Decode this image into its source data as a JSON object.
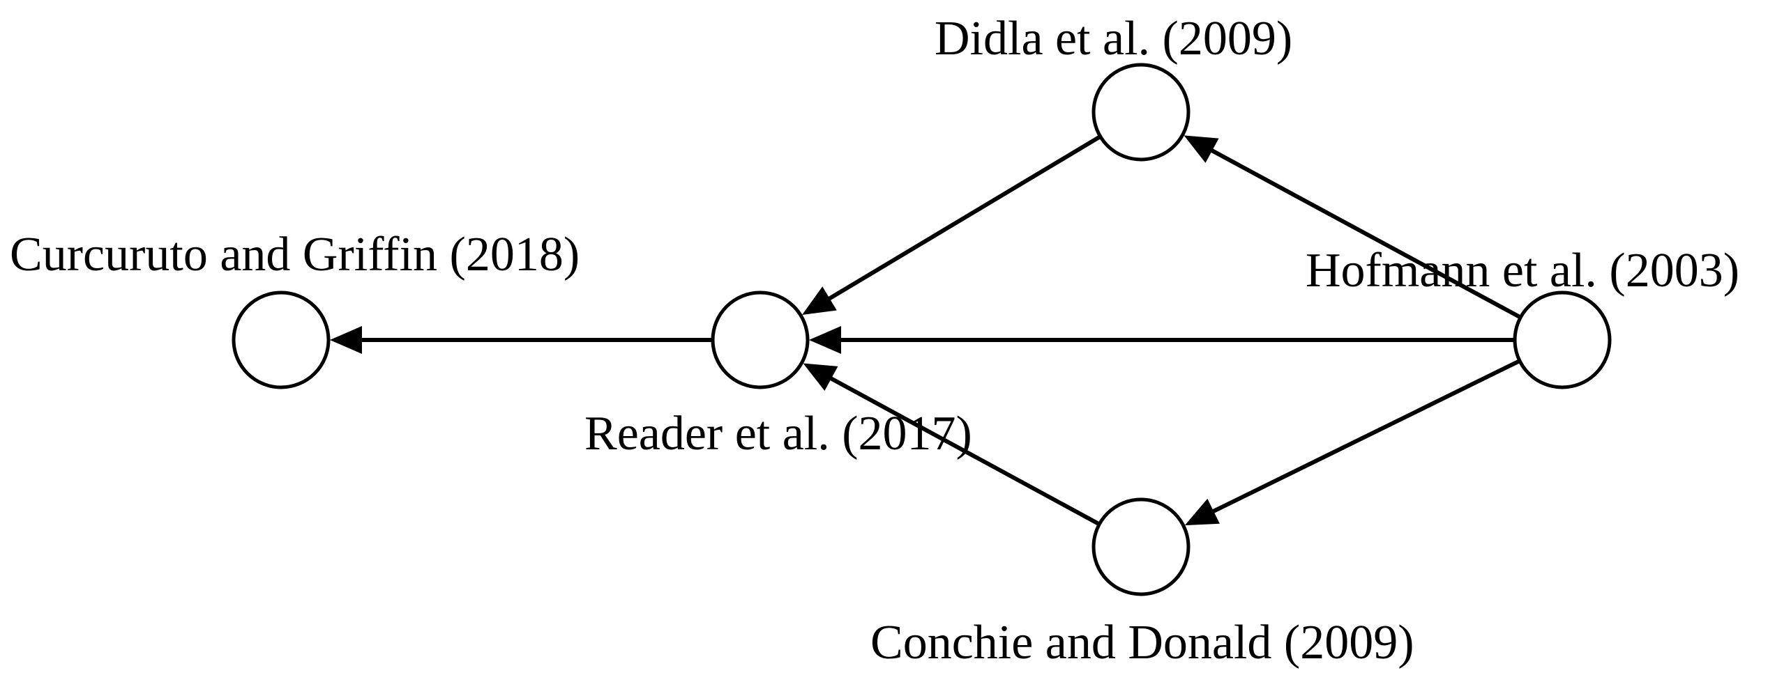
{
  "diagram": {
    "nodes": [
      {
        "id": "curcuruto",
        "label": "Curcuruto and Griffin (2018)"
      },
      {
        "id": "reader",
        "label": "Reader et al. (2017)"
      },
      {
        "id": "didla",
        "label": "Didla et al. (2009)"
      },
      {
        "id": "conchie",
        "label": "Conchie and Donald (2009)"
      },
      {
        "id": "hofmann",
        "label": "Hofmann et al. (2003)"
      }
    ],
    "edges": [
      {
        "from": "reader",
        "to": "curcuruto"
      },
      {
        "from": "hofmann",
        "to": "reader"
      },
      {
        "from": "didla",
        "to": "reader"
      },
      {
        "from": "conchie",
        "to": "reader"
      },
      {
        "from": "hofmann",
        "to": "didla"
      },
      {
        "from": "hofmann",
        "to": "conchie"
      }
    ]
  }
}
